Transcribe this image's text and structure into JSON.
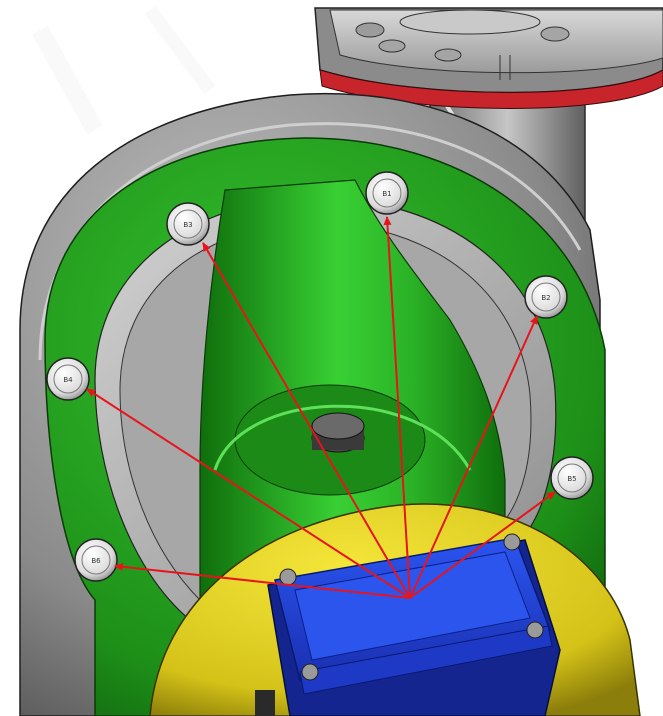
{
  "scene": {
    "colors": {
      "background": "#ffffff",
      "pipe_gray": "#9a9a9a",
      "flange_red": "#c8242b",
      "volute_gray": "#8f8f8f",
      "cover_green": "#1f9a1a",
      "cover_green_light": "#3fd23a",
      "inner_gray": "#b9b9b9",
      "motor_yellow": "#e4d21c",
      "box_blue": "#1f3fd8",
      "arrow_red": "#e8141c",
      "bolt_white": "#eeeeee"
    },
    "bolt_marks": [
      "B3",
      "B1",
      "B2",
      "B4",
      "B5",
      "B6"
    ]
  }
}
